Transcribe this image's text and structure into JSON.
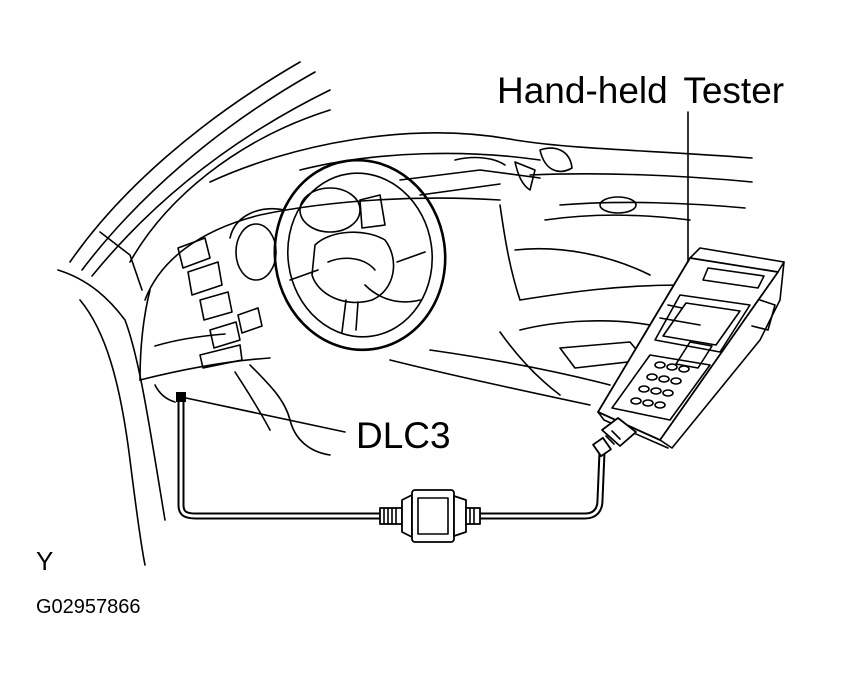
{
  "labels": {
    "tester": "Hand-held Tester",
    "connector": "DLC3",
    "corner_letter": "Y",
    "figure_code": "G02957866"
  }
}
